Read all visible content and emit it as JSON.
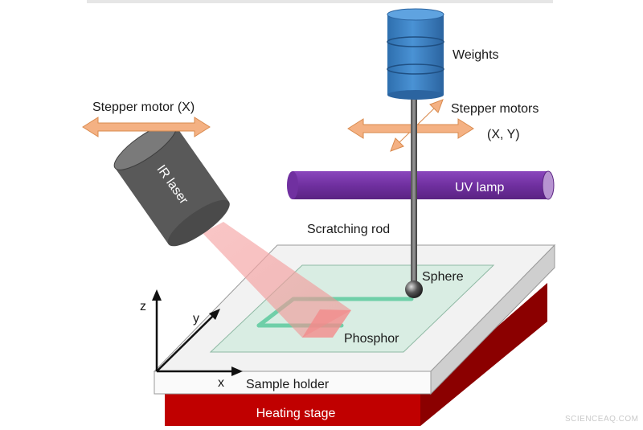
{
  "diagram": {
    "labels": {
      "weights": "Weights",
      "stepper_motor_x": "Stepper motor (X)",
      "stepper_motors": "Stepper motors",
      "stepper_motors_axes": "(X, Y)",
      "ir_laser": "IR laser",
      "uv_lamp": "UV lamp",
      "scratching_rod": "Scratching rod",
      "sphere": "Sphere",
      "phosphor": "Phosphor",
      "sample_holder": "Sample holder",
      "heating_stage": "Heating stage",
      "axis_x": "x",
      "axis_y": "y",
      "axis_z": "z"
    },
    "watermark": "SCIENCEAQ.COM",
    "colors": {
      "weights_blue": "#3d84c6",
      "arrow_orange": "#f4b183",
      "uv_lamp_purple": "#7030a0",
      "heating_stage_red": "#c00000",
      "laser_gray": "#595959",
      "phosphor_green": "#d9ede3",
      "trace_green": "#6fcfa8",
      "laser_beam_pink": "#f4a0a0"
    }
  }
}
